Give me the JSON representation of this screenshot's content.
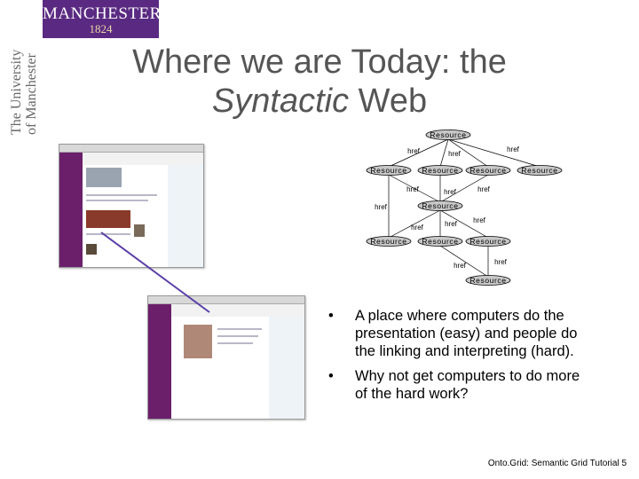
{
  "logo": {
    "name": "MANCHESTER",
    "year": "1824"
  },
  "side_text": {
    "line1": "The University",
    "line2": "of Manchester"
  },
  "title": {
    "line1": "Where we are Today: the",
    "line2_italic": "Syntactic",
    "line2_rest": " Web"
  },
  "diagram": {
    "node_label": "Resource",
    "edge_label": "href"
  },
  "screenshots": {
    "top": "university web page screenshot",
    "bottom": "personal home page screenshot"
  },
  "bullets": [
    "A place where computers do the presentation (easy) and people do the linking and interpreting (hard).",
    "Why not get computers to do more of the hard work?"
  ],
  "bullet_symbol": "•",
  "footer": "Onto.Grid: Semantic Grid Tutorial 5",
  "colors": {
    "logo_bg": "#5a2a82",
    "node_fill": "#c8c8c8",
    "title": "#555555"
  }
}
